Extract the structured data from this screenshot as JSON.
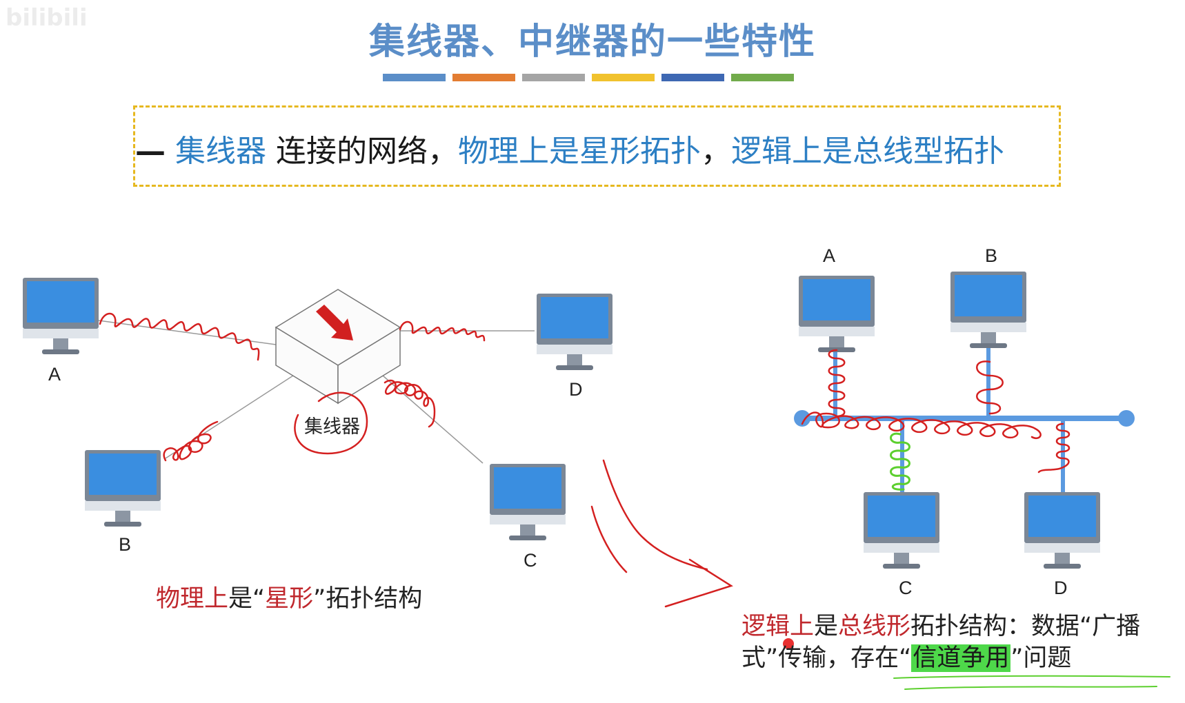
{
  "watermark": "bilibili",
  "title": "集线器、中继器的一些特性",
  "color_bars": [
    "#5b8ec8",
    "#e37d32",
    "#a5a5a5",
    "#f1c22e",
    "#3e68b3",
    "#72ab4b"
  ],
  "bullet": {
    "dash": "—",
    "term": "集线器",
    "text1": " 连接的网络，",
    "phys": "物理上是星形拓扑",
    "comma": "，",
    "logic": "逻辑上是总线型拓扑"
  },
  "left_diagram": {
    "hub_label": "集线器",
    "nodes": [
      "A",
      "B",
      "C",
      "D"
    ]
  },
  "right_diagram": {
    "nodes": [
      "A",
      "B",
      "C",
      "D"
    ]
  },
  "caption_left": {
    "part1": "物理上",
    "part2": "是“",
    "part3": "星形",
    "part4": "”拓扑结构"
  },
  "caption_right": {
    "part1": "逻辑上",
    "part2": "是",
    "part3": "总线形",
    "part4": "拓扑结构：数据“广播式”传输，存在“",
    "highlight": "信道争用",
    "part5": "”问题"
  },
  "colors": {
    "annotation_red": "#d42020",
    "annotation_green": "#5ccf2e",
    "monitor_blue": "#3a8ee0",
    "bus_blue": "#5b9ae0"
  }
}
